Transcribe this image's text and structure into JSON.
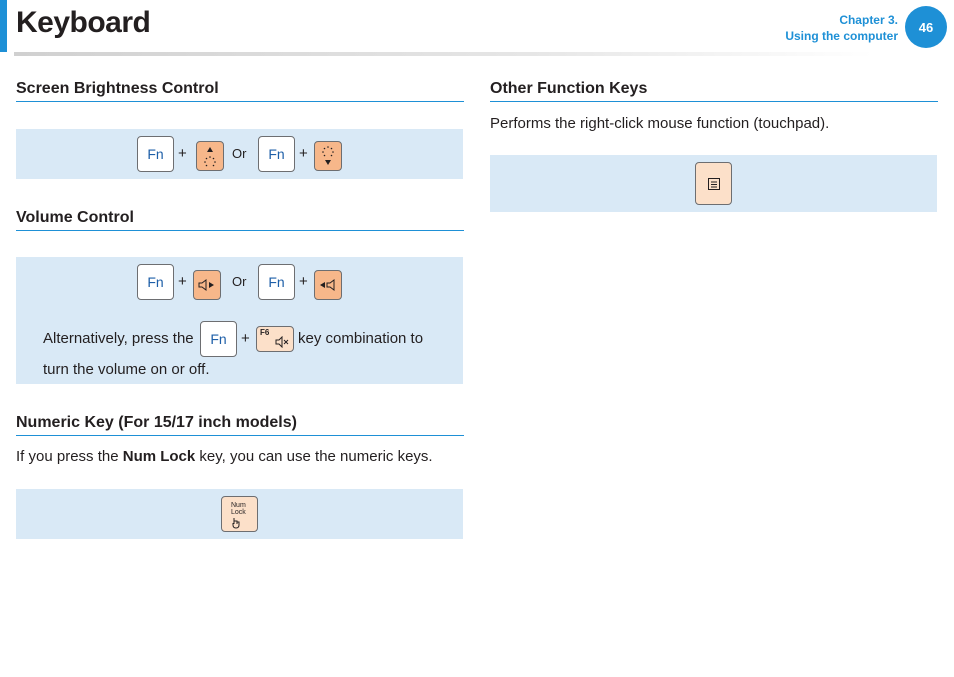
{
  "header": {
    "title": "Keyboard",
    "chapter_line1": "Chapter 3.",
    "chapter_line2": "Using the computer",
    "page_number": "46"
  },
  "sections": {
    "brightness": {
      "title": "Screen Brightness Control",
      "fn_label": "Fn",
      "plus": "+",
      "or": "Or"
    },
    "volume": {
      "title": "Volume Control",
      "fn_label": "Fn",
      "plus": "+",
      "or": "Or",
      "alt_text_before": "Alternatively, press the",
      "alt_text_after": "key combination to",
      "alt_text_line2": "turn the volume on or off.",
      "f6_label": "F6"
    },
    "numeric": {
      "title": "Numeric Key (For 15/17 inch models)",
      "text_before": "If you press the ",
      "text_bold": "Num Lock",
      "text_after": " key, you can use the numeric keys.",
      "key_label_line1": "Num",
      "key_label_line2": "Lock"
    },
    "other": {
      "title": "Other Function Keys",
      "description": "Performs the right-click mouse function (touchpad)."
    }
  },
  "colors": {
    "accent": "#1e90d6",
    "panel": "#d9e9f6",
    "key_orange": "#f7b78a",
    "key_light": "#fce0c9"
  }
}
